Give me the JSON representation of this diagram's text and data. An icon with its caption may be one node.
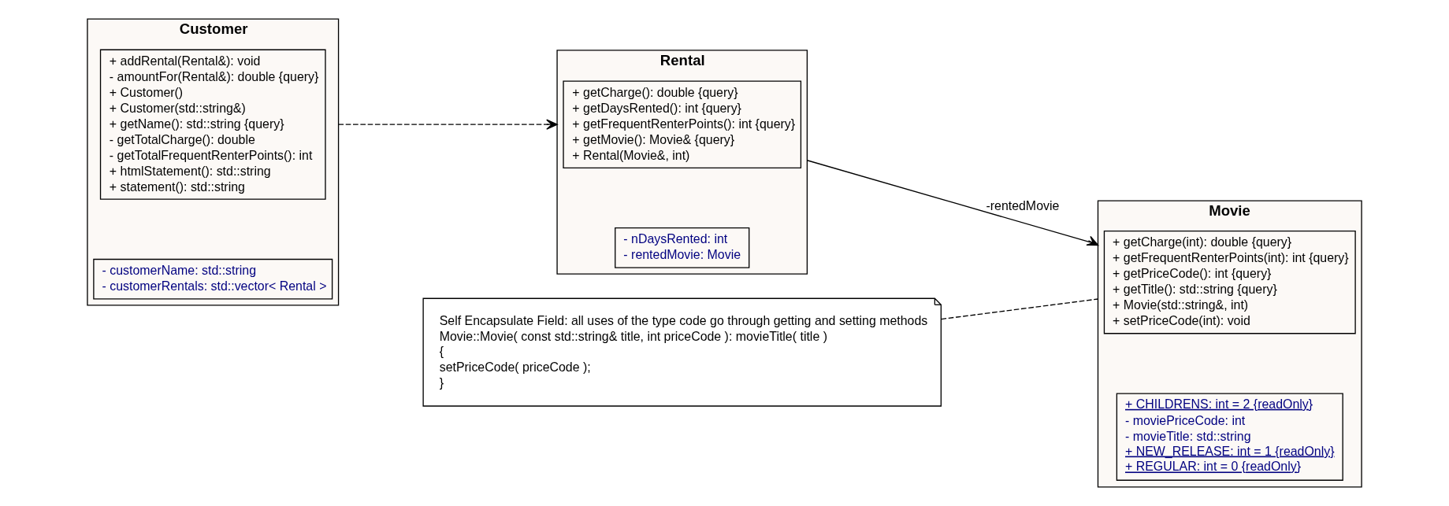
{
  "diagram": {
    "nodes": [
      {
        "text": [
          "Customer"
        ]
      },
      {
        "text": [
          "- customerName: std::string",
          "- customerRentals: std::vector< Rental >"
        ],
        "in": 0
      },
      {
        "text": [
          "+ addRental(Rental&): void",
          "- amountFor(Rental&): double {query}",
          "+ Customer()",
          "+ Customer(std::string&)",
          "+ getName(): std::string {query}",
          "- getTotalCharge(): double",
          "- getTotalFrequentRenterPoints(): int",
          "+ htmlStatement(): std::string",
          "+ statement(): std::string"
        ],
        "in": 0
      },
      {
        "text": [
          "Rental"
        ]
      },
      {
        "text": [
          "- nDaysRented: int",
          "- rentedMovie: Movie"
        ],
        "in": 3
      },
      {
        "text": [
          "+ getCharge(): double {query}",
          "+ getDaysRented(): int {query}",
          "+ getFrequentRenterPoints(): int {query}",
          "+ getMovie(): Movie& {query}",
          "+ Rental(Movie&, int)"
        ],
        "in": 3
      },
      {
        "text": [
          "Movie"
        ]
      },
      {
        "text": [
          "+ CHILDRENS: int = 2 {readOnly}",
          "- moviePriceCode: int",
          "- movieTitle: std::string",
          "+ NEW_RELEASE: int = 1 {readOnly}",
          "+ REGULAR: int = 0 {readOnly}"
        ],
        "in": 6
      },
      {
        "text": [
          "+ getCharge(int): double {query}",
          "+ getFrequentRenterPoints(int): int {query}",
          "+ getPriceCode(): int {query}",
          "+ getTitle(): std::string {query}",
          "+ Movie(std::string&, int)",
          "+ setPriceCode(int): void"
        ],
        "in": 6
      },
      {
        "text": [
          "Self Encapsulate Field: all uses of the type code go through getting and setting methods",
          "Movie::Movie( const std::string& title, int priceCode ): movieTitle( title )",
          "{",
          "setPriceCode( priceCode );",
          "}"
        ]
      }
    ],
    "edges": [
      {
        "from": 0,
        "to": 3,
        "arrow": "to",
        "style": "dashed"
      },
      {
        "from": 3,
        "to": 6,
        "arrow": "to",
        "label": "-rentedMovie"
      },
      {
        "from": 9,
        "to": 6,
        "arrow": "none",
        "style": "dashed"
      }
    ]
  }
}
